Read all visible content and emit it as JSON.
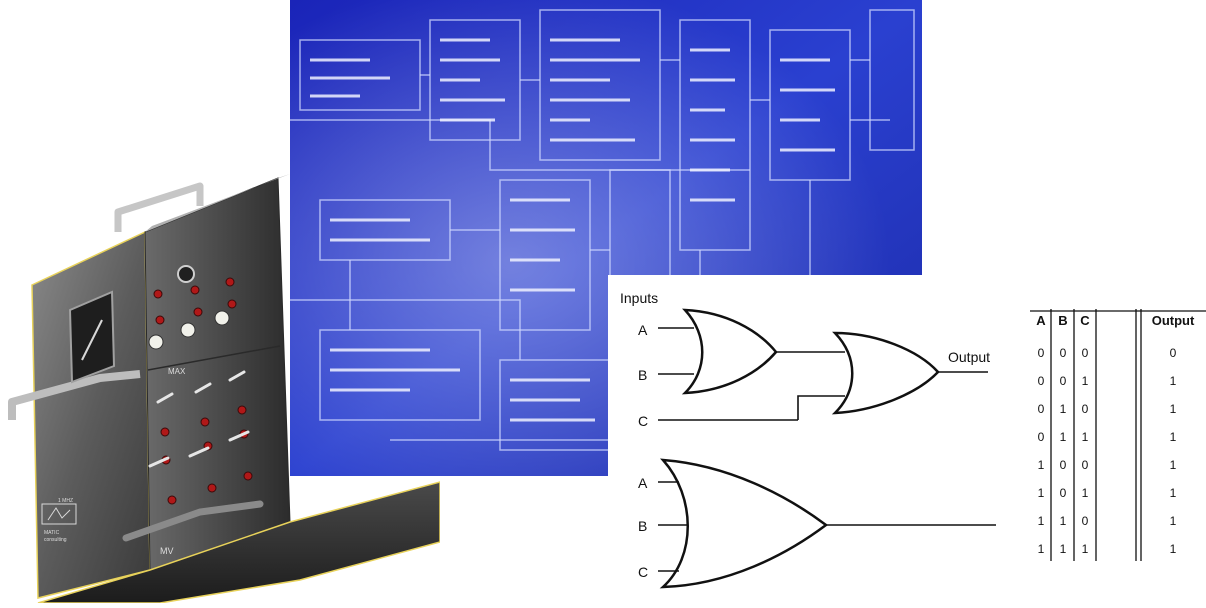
{
  "device": {
    "panel_labels": [
      "MAX",
      "MV"
    ],
    "badge_lines": [
      "1 MHZ",
      "MATIC",
      "consulting"
    ]
  },
  "diagram": {
    "inputs_label": "Inputs",
    "gate1_inputs": [
      "A",
      "B",
      "C"
    ],
    "gate2_inputs": [
      "A",
      "B",
      "C"
    ],
    "output_label": "Output"
  },
  "truth_table": {
    "headers": [
      "A",
      "B",
      "C",
      "Output"
    ],
    "rows": [
      [
        "0",
        "0",
        "0",
        "0"
      ],
      [
        "0",
        "0",
        "1",
        "1"
      ],
      [
        "0",
        "1",
        "0",
        "1"
      ],
      [
        "0",
        "1",
        "1",
        "1"
      ],
      [
        "1",
        "0",
        "0",
        "1"
      ],
      [
        "1",
        "0",
        "1",
        "1"
      ],
      [
        "1",
        "1",
        "0",
        "1"
      ],
      [
        "1",
        "1",
        "1",
        "1"
      ]
    ]
  }
}
